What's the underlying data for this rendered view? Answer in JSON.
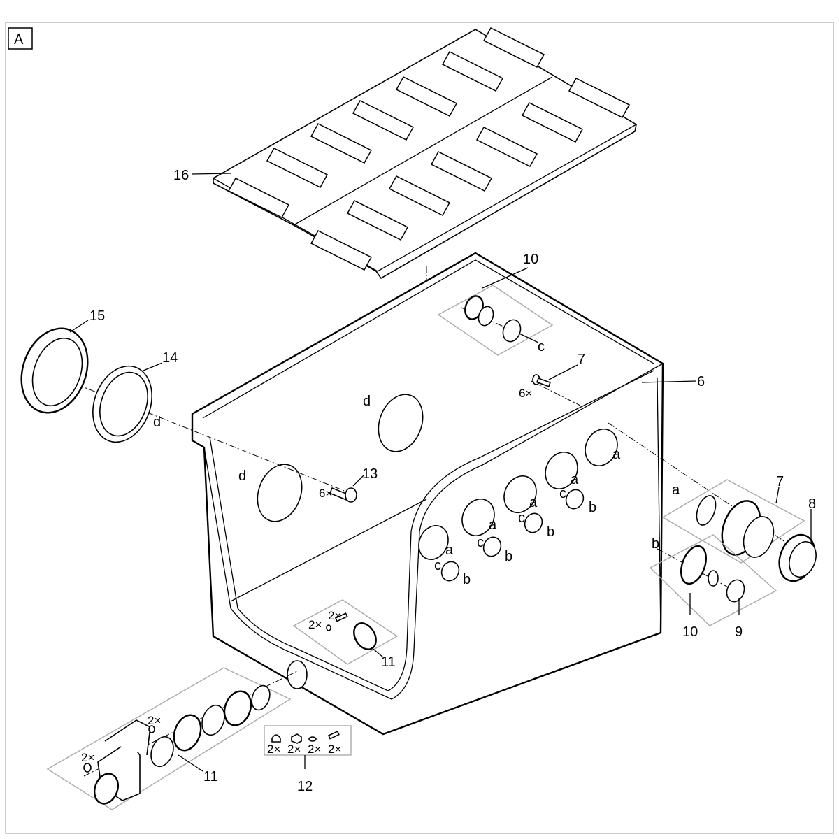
{
  "frame_label": "A",
  "callouts": {
    "lid": "16",
    "inlet_flange": "15",
    "gasket_ring": "14",
    "d_top": "d",
    "d_back": "d",
    "d_left": "d",
    "screws_13": "13",
    "screws_13_qty": "6×",
    "part_10_top": "10",
    "c_top": "c",
    "part_7_top": "7",
    "part_7_qty": "6×",
    "tank": "6",
    "a1": "a",
    "a2": "a",
    "a3": "a",
    "a4": "a",
    "a5": "a",
    "c1": "c",
    "c2": "c",
    "c3": "c",
    "c4": "c",
    "b1": "b",
    "b2": "b",
    "b3": "b",
    "b4": "b",
    "part_7_right": "7",
    "part_8": "8",
    "a_right": "a",
    "b_right": "b",
    "part_10_right": "10",
    "part_9": "9",
    "qty_inner_1": "2×",
    "qty_inner_2": "2×",
    "part_11_inner": "11",
    "qty_valve_1": "2×",
    "qty_valve_2": "2×",
    "part_11_outer": "11",
    "part_12": "12",
    "kit_qty_1": "2×",
    "kit_qty_2": "2×",
    "kit_qty_3": "2×",
    "kit_qty_4": "2×"
  }
}
